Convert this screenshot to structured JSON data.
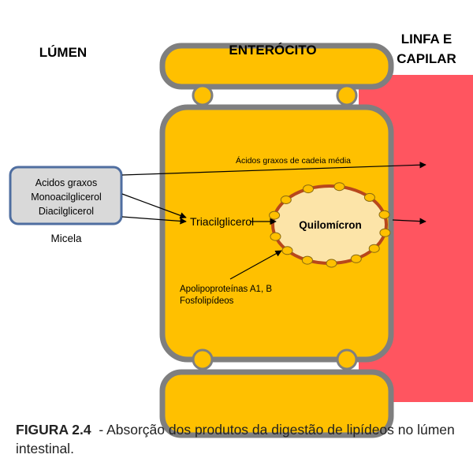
{
  "headers": {
    "lumen": "LÚMEN",
    "enterocito": "ENTERÓCITO",
    "linfa_line1": "LINFA E",
    "linfa_line2": "CAPILAR"
  },
  "micela": {
    "items": [
      "Acidos graxos",
      "Monoacilglicerol",
      "Diacilglicerol"
    ],
    "label": "Micela"
  },
  "labels": {
    "medium_chain": "Ácidos graxos de cadeia média",
    "triacilglicerol": "Triacilglicerol",
    "quilomicron": "Quilomícron",
    "apo_line1": "Apolipoproteínas A1, B",
    "apo_line2": "Fosfolipídeos"
  },
  "caption": {
    "number": "FIGURA 2.4",
    "text": "  - Absorção dos produtos da digestão de lipídeos no lúmen intestinal."
  },
  "colors": {
    "cell": "#FFC000",
    "membrane": "#7F7F7F",
    "capillary": "#FF5560",
    "micela_fill": "#D9D9D9",
    "micela_border": "#4F6EA0",
    "chylo_fill": "#FCE4A8",
    "chylo_border": "#B8471C"
  }
}
